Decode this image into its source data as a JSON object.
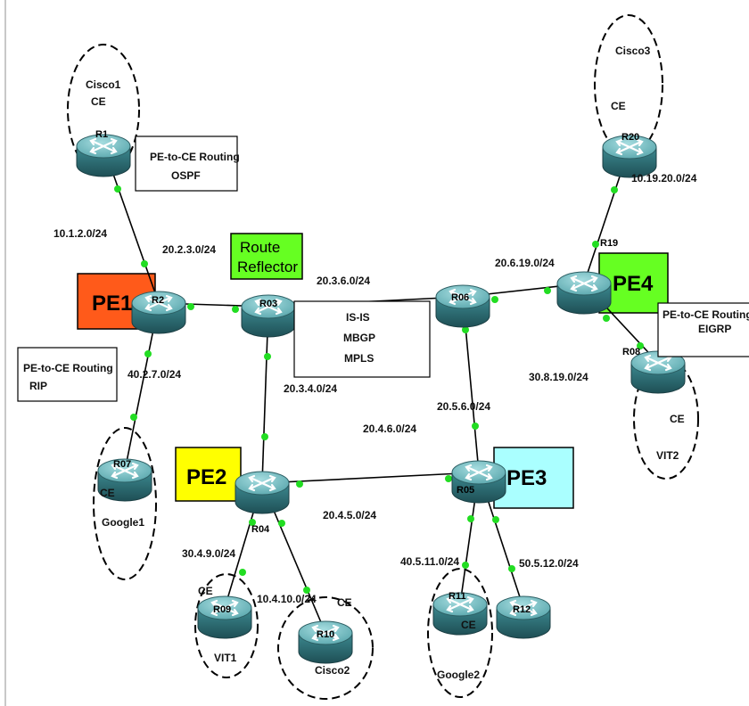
{
  "routers": [
    {
      "id": "R1",
      "label": "R1"
    },
    {
      "id": "R2",
      "label": "R2"
    },
    {
      "id": "R03",
      "label": "R03"
    },
    {
      "id": "R06",
      "label": "R06"
    },
    {
      "id": "R19",
      "label": "R19"
    },
    {
      "id": "R20",
      "label": "R20"
    },
    {
      "id": "R08",
      "label": "R08"
    },
    {
      "id": "R07",
      "label": "R07"
    },
    {
      "id": "R04",
      "label": "R04"
    },
    {
      "id": "R05",
      "label": "R05"
    },
    {
      "id": "R09",
      "label": "R09"
    },
    {
      "id": "R10",
      "label": "R10"
    },
    {
      "id": "R11",
      "label": "R11"
    },
    {
      "id": "R12",
      "label": "R12"
    }
  ],
  "links": [
    {
      "id": "l-r1-r2",
      "from": "R1",
      "to": "R2",
      "subnet": "10.1.2.0/24"
    },
    {
      "id": "l-r2-r03",
      "from": "R2",
      "to": "R03",
      "subnet": "20.2.3.0/24"
    },
    {
      "id": "l-r03-r06",
      "from": "R03",
      "to": "R06",
      "subnet": "20.3.6.0/24"
    },
    {
      "id": "l-r06-r19",
      "from": "R06",
      "to": "R19",
      "subnet": "20.6.19.0/24"
    },
    {
      "id": "l-r19-r20",
      "from": "R19",
      "to": "R20",
      "subnet": "10.19.20.0/24"
    },
    {
      "id": "l-r19-r08",
      "from": "R19",
      "to": "R08",
      "subnet": "30.8.19.0/24"
    },
    {
      "id": "l-r2-r07",
      "from": "R2",
      "to": "R07",
      "subnet": "40.2.7.0/24"
    },
    {
      "id": "l-r03-r04",
      "from": "R03",
      "to": "R04",
      "subnet": "20.3.4.0/24"
    },
    {
      "id": "l-r06-r05",
      "from": "R06",
      "to": "R05",
      "subnet": "20.5.6.0/24"
    },
    {
      "id": "l-r04-r05",
      "from": "R04",
      "to": "R05",
      "subnet": "20.4.5.0/24"
    },
    {
      "id": "l-r04-r09",
      "from": "R04",
      "to": "R09",
      "subnet": "30.4.9.0/24"
    },
    {
      "id": "l-r04-r10",
      "from": "R04",
      "to": "R10",
      "subnet": "10.4.10.0/24"
    },
    {
      "id": "l-r05-r11",
      "from": "R05",
      "to": "R11",
      "subnet": "40.5.11.0/24"
    },
    {
      "id": "l-r05-r12",
      "from": "R05",
      "to": "R12",
      "subnet": "50.5.12.0/24"
    }
  ],
  "extra_labels": {
    "r04_r05_subnet_2": "20.4.6.0/24"
  },
  "pe_labels": {
    "pe1": "PE1",
    "pe2": "PE2",
    "pe3": "PE3",
    "pe4": "PE4"
  },
  "route_reflector": {
    "line1": "Route",
    "line2": "Reflector"
  },
  "core_protocols": [
    "IS-IS",
    "MBGP",
    "MPLS"
  ],
  "pe_ce_boxes": {
    "ospf": {
      "line1": "PE-to-CE Routing",
      "line2": "OSPF"
    },
    "rip": {
      "line1": "PE-to-CE Routing",
      "line2": "RIP"
    },
    "eigrp": {
      "line1": "PE-to-CE Routing",
      "line2": "EIGRP"
    }
  },
  "sites": {
    "cisco1": {
      "name": "Cisco1",
      "role": "CE"
    },
    "cisco3": {
      "name": "Cisco3",
      "role": "CE"
    },
    "google1": {
      "name": "Google1",
      "role": "CE"
    },
    "vit2": {
      "name": "VIT2",
      "role": "CE"
    },
    "vit1": {
      "name": "VIT1",
      "role": "CE"
    },
    "cisco2": {
      "name": "Cisco2",
      "role": "CE"
    },
    "google2": {
      "name": "Google2",
      "role": "CE"
    }
  },
  "colors": {
    "pe1": "#ff5a1a",
    "pe2": "#ffff00",
    "pe3": "#aaffff",
    "pe4": "#66ff22",
    "route_reflector": "#66ff22",
    "router_top": "#7fc4c8",
    "router_side": "#2f6f75",
    "link": "#000000",
    "port": "#22dd22"
  }
}
